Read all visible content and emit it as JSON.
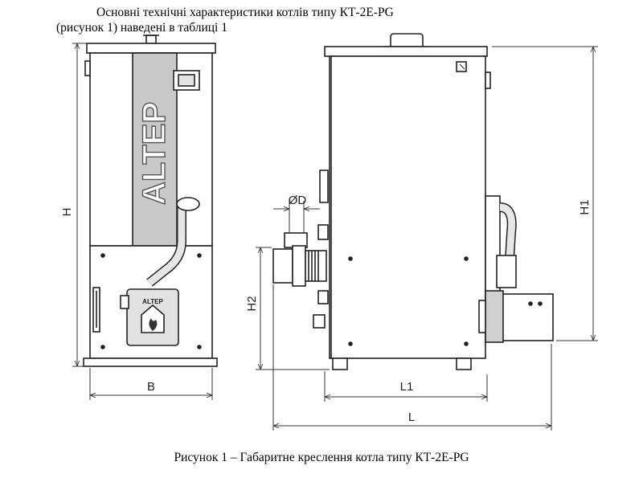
{
  "paragraph": "Основні технічні характеристики котлів типу КТ-2Е-PG (рисунок 1) наведені в таблиці 1",
  "caption": "Рисунок 1 – Габаритне креслення котла типу КТ-2Е-PG",
  "drawing": {
    "brand_vertical": "ALTEP",
    "burner_badge": "ALTEP",
    "dimensions": {
      "H": "H",
      "B": "B",
      "D": "ØD",
      "H2": "H2",
      "H1": "H1",
      "L1": "L1",
      "L": "L"
    }
  }
}
